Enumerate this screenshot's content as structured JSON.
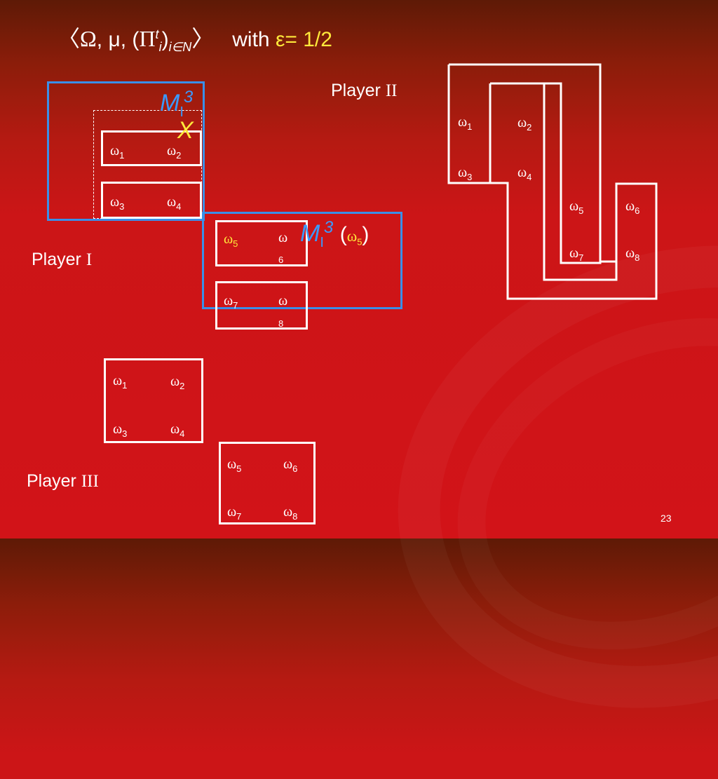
{
  "title": {
    "lang": "〈",
    "omega": "Ω",
    "sep1": ", ",
    "mu": "μ",
    "sep2": ", (",
    "pi": "Π",
    "sup_t": "t",
    "sub_i": "i",
    "close": ")",
    "sub_iN": "i∈N",
    "rang": "〉",
    "with": "with",
    "eps": "ε= 1/2"
  },
  "players": {
    "p1": {
      "text": "Player ",
      "roman": "I"
    },
    "p2": {
      "text": "Player ",
      "roman": "II"
    },
    "p3": {
      "text": "Player ",
      "roman": "III"
    }
  },
  "omega_symbol": "ω",
  "subs": {
    "s1": "1",
    "s2": "2",
    "s3": "3",
    "s4": "4",
    "s5": "5",
    "s6": "6",
    "s7": "7",
    "s8": "8"
  },
  "labels": {
    "m": "M",
    "m_sub": "I",
    "m_sup": "3",
    "x": "X",
    "paren_open": "(",
    "paren_close": ")"
  },
  "page_number": "23",
  "colors": {
    "blue": "#3a8fe8",
    "yellow": "#ffe93b",
    "white": "#ffffff"
  }
}
